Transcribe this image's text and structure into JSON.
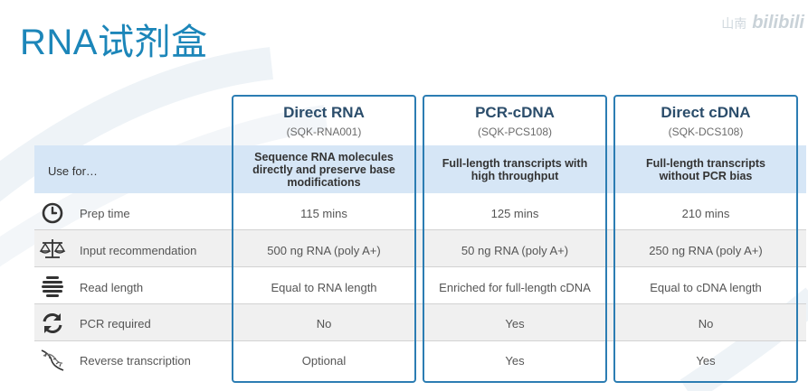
{
  "title": "RNA试剂盒",
  "watermark": {
    "text": "山南",
    "brand": "bilibili"
  },
  "use_for_label": "Use for…",
  "columns": [
    {
      "name": "Direct RNA",
      "code": "(SQK-RNA001)",
      "use": "Sequence RNA molecules directly and preserve base modifications"
    },
    {
      "name": "PCR-cDNA",
      "code": "(SQK-PCS108)",
      "use": "Full-length transcripts with high throughput"
    },
    {
      "name": "Direct cDNA",
      "code": "(SQK-DCS108)",
      "use": "Full-length transcripts without PCR bias"
    }
  ],
  "rows": [
    {
      "icon": "clock-icon",
      "label": "Prep time",
      "values": [
        "115 mins",
        "125 mins",
        "210 mins"
      ]
    },
    {
      "icon": "balance-scale-icon",
      "label": "Input recommendation",
      "values": [
        "500 ng RNA (poly A+)",
        "50 ng RNA (poly A+)",
        "250 ng RNA (poly A+)"
      ]
    },
    {
      "icon": "stacked-reads-icon",
      "label": "Read length",
      "values": [
        "Equal to RNA length",
        "Enriched for full-length cDNA",
        "Equal to cDNA length"
      ]
    },
    {
      "icon": "refresh-cycle-icon",
      "label": "PCR required",
      "values": [
        "No",
        "Yes",
        "No"
      ]
    },
    {
      "icon": "dna-helix-icon",
      "label": "Reverse transcription",
      "values": [
        "Optional",
        "Yes",
        "Yes"
      ]
    }
  ],
  "colors": {
    "title": "#1c86b9",
    "box_border": "#2c7db3",
    "header_band": "#d6e6f6",
    "header_text": "#2b4d6b"
  }
}
